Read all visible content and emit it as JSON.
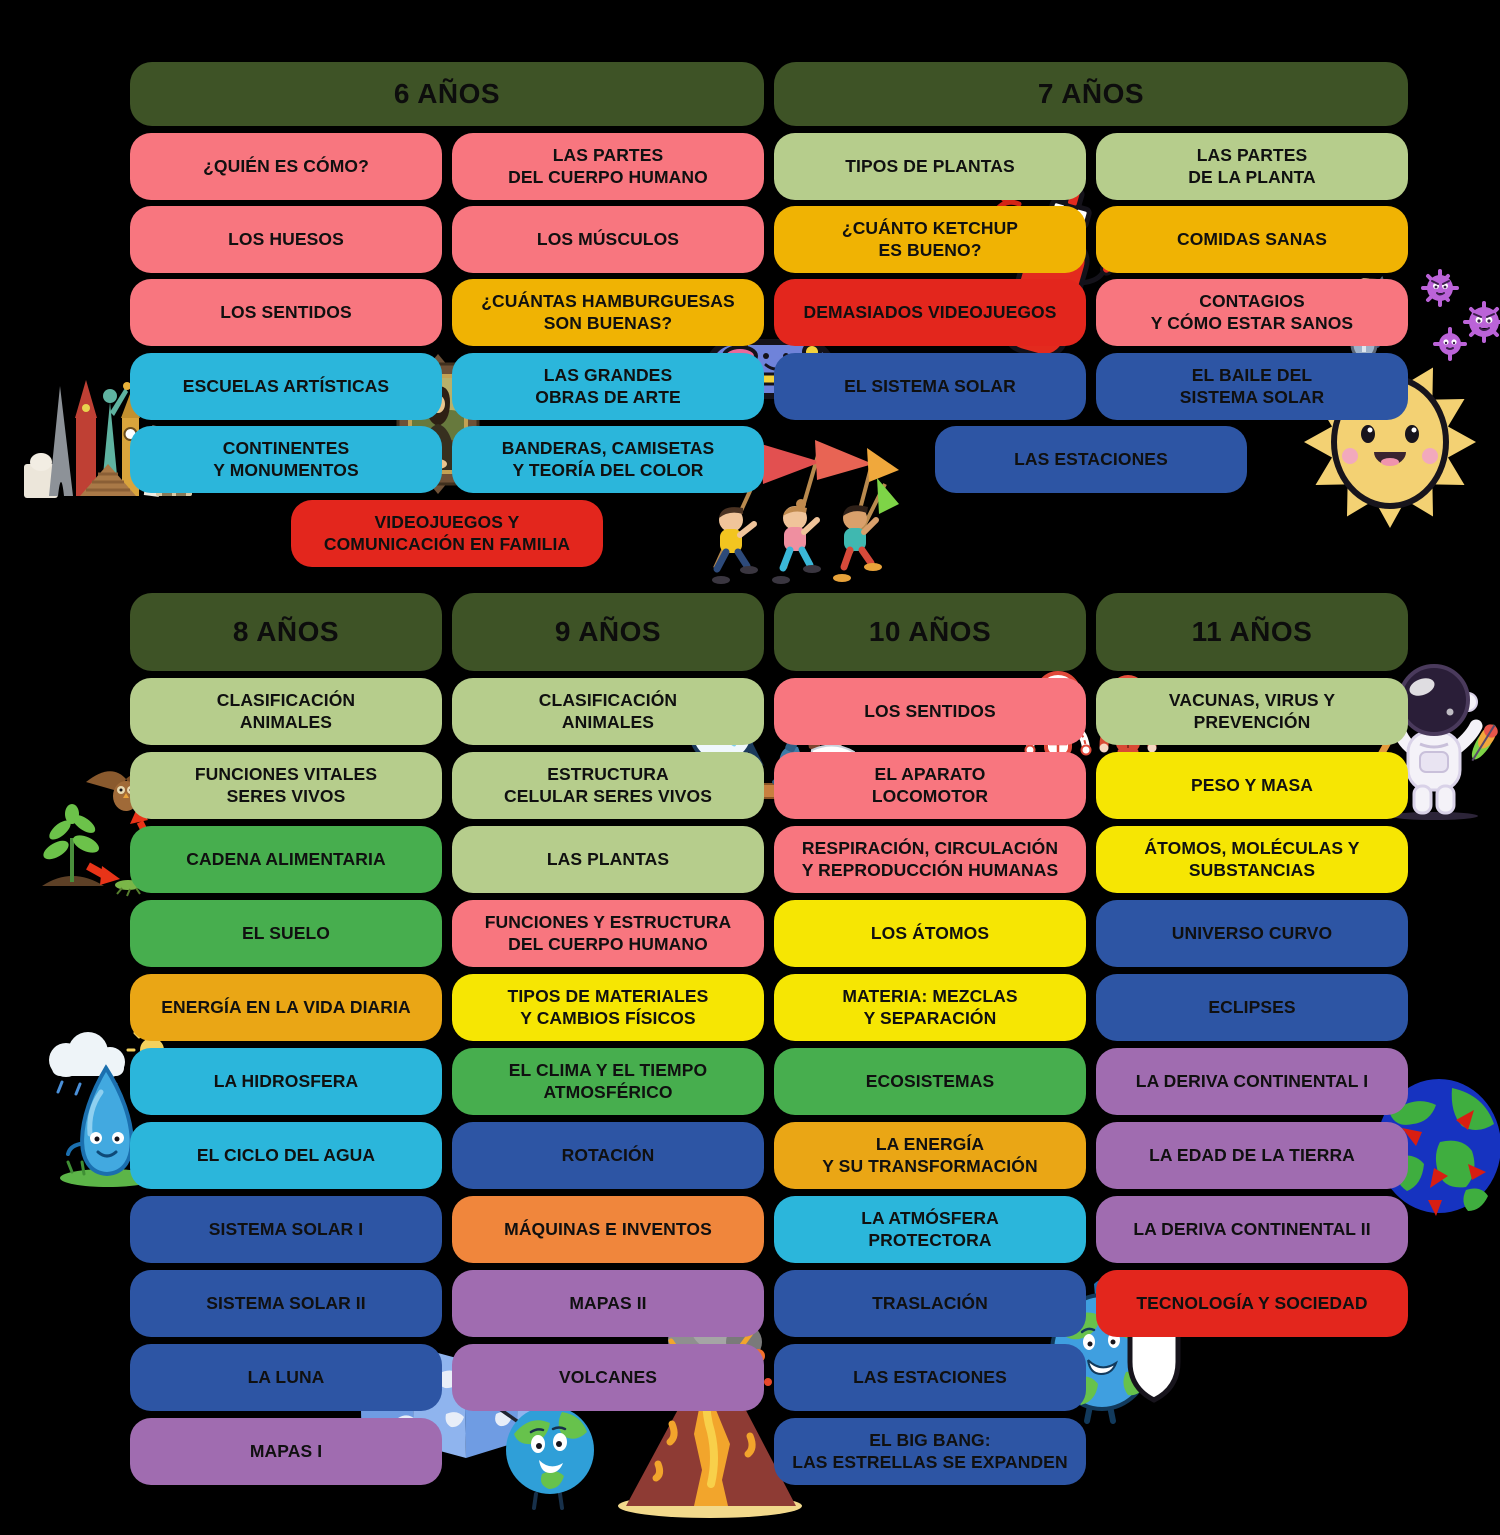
{
  "page": {
    "background": "#000000",
    "description": "Curriculum map of science topics by age group"
  },
  "colors": {
    "header_green": "#3e5326",
    "pink": "#f8767f",
    "amber": "#f0b303",
    "amber2": "#eaa615",
    "cyan": "#2bb6db",
    "red": "#e3261d",
    "lightgreen": "#b6cd8c",
    "blue": "#2d55a4",
    "green": "#47ae4e",
    "yellow": "#f6e603",
    "orange": "#f0863c",
    "purple": "#a06cb0"
  },
  "sections": [
    {
      "id": "6",
      "title": "6 AÑOS",
      "band": "top",
      "cols": [
        1,
        2
      ],
      "pills": [
        {
          "label": "¿QUIÉN ES CÓMO?",
          "color": "pink",
          "col": 1,
          "row": 1
        },
        {
          "label": "LAS PARTES\nDEL CUERPO HUMANO",
          "color": "pink",
          "col": 2,
          "row": 1
        },
        {
          "label": "LOS HUESOS",
          "color": "pink",
          "col": 1,
          "row": 2
        },
        {
          "label": "LOS MÚSCULOS",
          "color": "pink",
          "col": 2,
          "row": 2
        },
        {
          "label": "LOS SENTIDOS",
          "color": "pink",
          "col": 1,
          "row": 3
        },
        {
          "label": "¿CUÁNTAS HAMBURGUESAS\nSON BUENAS?",
          "color": "amber",
          "col": 2,
          "row": 3
        },
        {
          "label": "ESCUELAS ARTÍSTICAS",
          "color": "cyan",
          "col": 1,
          "row": 4
        },
        {
          "label": "LAS GRANDES\nOBRAS DE ARTE",
          "color": "cyan",
          "col": 2,
          "row": 4
        },
        {
          "label": "CONTINENTES\nY MONUMENTOS",
          "color": "cyan",
          "col": 1,
          "row": 5
        },
        {
          "label": "BANDERAS, CAMISETAS\nY TEORÍA DEL COLOR",
          "color": "cyan",
          "col": 2,
          "row": 5
        },
        {
          "label": "VIDEOJUEGOS Y\nCOMUNICACIÓN EN FAMILIA",
          "color": "red",
          "span": [
            1,
            2
          ],
          "row": 6
        }
      ]
    },
    {
      "id": "7",
      "title": "7 AÑOS",
      "band": "top",
      "cols": [
        3,
        4
      ],
      "pills": [
        {
          "label": "TIPOS DE PLANTAS",
          "color": "lightgreen",
          "col": 3,
          "row": 1
        },
        {
          "label": "LAS PARTES\nDE LA PLANTA",
          "color": "lightgreen",
          "col": 4,
          "row": 1
        },
        {
          "label": "¿CUÁNTO KETCHUP\nES BUENO?",
          "color": "amber",
          "col": 3,
          "row": 2
        },
        {
          "label": "COMIDAS SANAS",
          "color": "amber",
          "col": 4,
          "row": 2
        },
        {
          "label": "DEMASIADOS VIDEOJUEGOS",
          "color": "red",
          "col": 3,
          "row": 3
        },
        {
          "label": "CONTAGIOS\nY CÓMO ESTAR SANOS",
          "color": "pink",
          "col": 4,
          "row": 3
        },
        {
          "label": "EL SISTEMA SOLAR",
          "color": "blue",
          "col": 3,
          "row": 4
        },
        {
          "label": "EL BAILE DEL\nSISTEMA SOLAR",
          "color": "blue",
          "col": 4,
          "row": 4
        },
        {
          "label": "LAS ESTACIONES",
          "color": "blue",
          "span": [
            3,
            4
          ],
          "row": 5
        }
      ]
    },
    {
      "id": "8",
      "title": "8 AÑOS",
      "band": "bottom",
      "cols": [
        1
      ],
      "pills": [
        {
          "label": "CLASIFICACIÓN\nANIMALES",
          "color": "lightgreen",
          "col": 1,
          "row": 1
        },
        {
          "label": "FUNCIONES VITALES\nSERES VIVOS",
          "color": "lightgreen",
          "col": 1,
          "row": 2
        },
        {
          "label": "CADENA ALIMENTARIA",
          "color": "green",
          "col": 1,
          "row": 3
        },
        {
          "label": "EL SUELO",
          "color": "green",
          "col": 1,
          "row": 4
        },
        {
          "label": "ENERGÍA EN LA VIDA DIARIA",
          "color": "amber2",
          "col": 1,
          "row": 5
        },
        {
          "label": "LA HIDROSFERA",
          "color": "cyan",
          "col": 1,
          "row": 6
        },
        {
          "label": "EL CICLO DEL AGUA",
          "color": "cyan",
          "col": 1,
          "row": 7
        },
        {
          "label": "SISTEMA SOLAR I",
          "color": "blue",
          "col": 1,
          "row": 8
        },
        {
          "label": "SISTEMA SOLAR II",
          "color": "blue",
          "col": 1,
          "row": 9
        },
        {
          "label": "LA LUNA",
          "color": "blue",
          "col": 1,
          "row": 10
        },
        {
          "label": "MAPAS I",
          "color": "purple",
          "col": 1,
          "row": 11
        }
      ]
    },
    {
      "id": "9",
      "title": "9 AÑOS",
      "band": "bottom",
      "cols": [
        2
      ],
      "pills": [
        {
          "label": "CLASIFICACIÓN\nANIMALES",
          "color": "lightgreen",
          "col": 2,
          "row": 1
        },
        {
          "label": "ESTRUCTURA\nCELULAR SERES VIVOS",
          "color": "lightgreen",
          "col": 2,
          "row": 2
        },
        {
          "label": "LAS PLANTAS",
          "color": "lightgreen",
          "col": 2,
          "row": 3
        },
        {
          "label": "FUNCIONES Y ESTRUCTURA\nDEL CUERPO HUMANO",
          "color": "pink",
          "col": 2,
          "row": 4
        },
        {
          "label": "TIPOS DE MATERIALES\nY CAMBIOS FÍSICOS",
          "color": "yellow",
          "col": 2,
          "row": 5
        },
        {
          "label": "EL CLIMA Y EL TIEMPO\nATMOSFÉRICO",
          "color": "green",
          "col": 2,
          "row": 6
        },
        {
          "label": "ROTACIÓN",
          "color": "blue",
          "col": 2,
          "row": 7
        },
        {
          "label": "MÁQUINAS E INVENTOS",
          "color": "orange",
          "col": 2,
          "row": 8
        },
        {
          "label": "MAPAS II",
          "color": "purple",
          "col": 2,
          "row": 9
        },
        {
          "label": "VOLCANES",
          "color": "purple",
          "col": 2,
          "row": 10
        }
      ]
    },
    {
      "id": "10",
      "title": "10 AÑOS",
      "band": "bottom",
      "cols": [
        3
      ],
      "pills": [
        {
          "label": "LOS SENTIDOS",
          "color": "pink",
          "col": 3,
          "row": 1
        },
        {
          "label": "EL APARATO\nLOCOMOTOR",
          "color": "pink",
          "col": 3,
          "row": 2
        },
        {
          "label": "RESPIRACIÓN, CIRCULACIÓN\nY REPRODUCCIÓN HUMANAS",
          "color": "pink",
          "col": 3,
          "row": 3
        },
        {
          "label": "LOS ÁTOMOS",
          "color": "yellow",
          "col": 3,
          "row": 4
        },
        {
          "label": "MATERIA: MEZCLAS\nY SEPARACIÓN",
          "color": "yellow",
          "col": 3,
          "row": 5
        },
        {
          "label": "ECOSISTEMAS",
          "color": "green",
          "col": 3,
          "row": 6
        },
        {
          "label": "LA ENERGÍA\nY SU TRANSFORMACIÓN",
          "color": "amber2",
          "col": 3,
          "row": 7
        },
        {
          "label": "LA ATMÓSFERA\nPROTECTORA",
          "color": "cyan",
          "col": 3,
          "row": 8
        },
        {
          "label": "TRASLACIÓN",
          "color": "blue",
          "col": 3,
          "row": 9
        },
        {
          "label": "LAS ESTACIONES",
          "color": "blue",
          "col": 3,
          "row": 10
        },
        {
          "label": "EL BIG BANG:\nLAS ESTRELLAS SE EXPANDEN",
          "color": "blue",
          "col": 3,
          "row": 11
        }
      ]
    },
    {
      "id": "11",
      "title": "11 AÑOS",
      "band": "bottom",
      "cols": [
        4
      ],
      "pills": [
        {
          "label": "VACUNAS, VIRUS Y\nPREVENCIÓN",
          "color": "lightgreen",
          "col": 4,
          "row": 1
        },
        {
          "label": "PESO Y MASA",
          "color": "yellow",
          "col": 4,
          "row": 2
        },
        {
          "label": "ÁTOMOS, MOLÉCULAS Y\nSUBSTANCIAS",
          "color": "yellow",
          "col": 4,
          "row": 3
        },
        {
          "label": "UNIVERSO CURVO",
          "color": "blue",
          "col": 4,
          "row": 4
        },
        {
          "label": "ECLIPSES",
          "color": "blue",
          "col": 4,
          "row": 5
        },
        {
          "label": "LA DERIVA CONTINENTAL I",
          "color": "purple",
          "col": 4,
          "row": 6
        },
        {
          "label": "LA EDAD DE LA TIERRA",
          "color": "purple",
          "col": 4,
          "row": 7
        },
        {
          "label": "LA DERIVA CONTINENTAL II",
          "color": "purple",
          "col": 4,
          "row": 8
        },
        {
          "label": "TECNOLOGÍA Y SOCIEDAD",
          "color": "red",
          "col": 4,
          "row": 9
        }
      ]
    }
  ],
  "illustrations": [
    {
      "name": "monuments-illustration",
      "desc": "world monuments cluster (Eiffel tower, Kremlin, Statue of Liberty, Big Ben, Pisa, pyramid, Colosseum)"
    },
    {
      "name": "mona-lisa-illustration",
      "desc": "framed Mona Lisa painting"
    },
    {
      "name": "gamepad-illustration",
      "desc": "blue game controller with joystick and face"
    },
    {
      "name": "kids-flags-illustration",
      "desc": "three children running with red, orange and green flags"
    },
    {
      "name": "ketchup-illustration",
      "desc": "cartoon ketchup bottle squirting"
    },
    {
      "name": "boy-viruses-illustration",
      "desc": "masked boy with sword and shield fighting purple viruses"
    },
    {
      "name": "sun-illustration",
      "desc": "kawaii smiling sun"
    },
    {
      "name": "food-chain-illustration",
      "desc": "plant, grasshopper, frog and owl linked by red arrows"
    },
    {
      "name": "scientist-illustration",
      "desc": "girl scientist with microscope and magnified bacteria"
    },
    {
      "name": "anatomy-figures-illustration",
      "desc": "cartoon skeleton and muscular system figures"
    },
    {
      "name": "astronaut-illustration",
      "desc": "astronaut holding hammer and feather"
    },
    {
      "name": "water-drop-illustration",
      "desc": "smiling water drop with rain cloud and sun"
    },
    {
      "name": "continental-drift-illustration",
      "desc": "earth with drifting green continents and red arrows"
    },
    {
      "name": "map-globe-illustration",
      "desc": "folded world map with globe character holding pointer"
    },
    {
      "name": "volcano-illustration",
      "desc": "erupting volcano with lava and smoke"
    },
    {
      "name": "earth-shield-illustration",
      "desc": "globe character holding white shield"
    }
  ]
}
